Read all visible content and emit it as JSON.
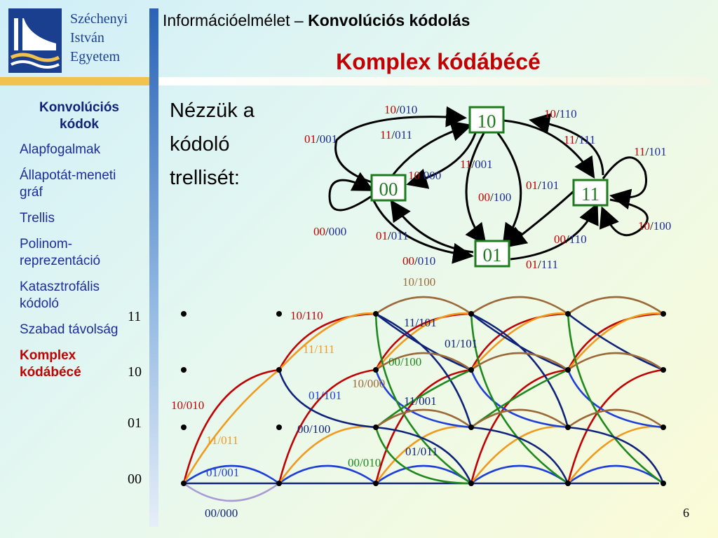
{
  "university": {
    "line1": "Széchenyi",
    "line2": "István",
    "line3": "Egyetem"
  },
  "header": {
    "subject": "Információelmélet –",
    "topic": "Konvolúciós kódolás"
  },
  "title": "Komplex kódábécé",
  "sidebar": {
    "heading": "Konvolúciós kódok",
    "items": [
      {
        "label": "Alapfogalmak"
      },
      {
        "label": "Állapotát-meneti gráf"
      },
      {
        "label": "Trellis"
      },
      {
        "label": "Polinom-reprezentáció"
      },
      {
        "label": "Katasztrofális kódoló"
      },
      {
        "label": "Szabad távolság"
      },
      {
        "label": "Komplex kódábécé"
      }
    ]
  },
  "body_text": {
    "line1": "Nézzük a",
    "line2": "kódoló",
    "line3": "trellisét:"
  },
  "state_diagram": {
    "states": [
      "10",
      "00",
      "11",
      "01"
    ],
    "labels": [
      {
        "in": "10",
        "out": "010"
      },
      {
        "in": "01",
        "out": "001"
      },
      {
        "in": "11",
        "out": "011"
      },
      {
        "in": "10",
        "out": "000"
      },
      {
        "in": "11",
        "out": "001"
      },
      {
        "in": "00",
        "out": "100"
      },
      {
        "in": "10",
        "out": "110"
      },
      {
        "in": "11",
        "out": "111"
      },
      {
        "in": "11",
        "out": "101"
      },
      {
        "in": "01",
        "out": "101"
      },
      {
        "in": "00",
        "out": "000"
      },
      {
        "in": "01",
        "out": "011"
      },
      {
        "in": "00",
        "out": "110"
      },
      {
        "in": "10",
        "out": "100"
      },
      {
        "in": "00",
        "out": "010"
      },
      {
        "in": "01",
        "out": "111"
      }
    ]
  },
  "trellis": {
    "row_labels": [
      "11",
      "10",
      "01",
      "00"
    ],
    "labels": [
      "10/100",
      "10/110",
      "11/101",
      "11/111",
      "01/101",
      "00/100",
      "10/000",
      "01/101",
      "10/010",
      "11/001",
      "11/011",
      "00/100",
      "01/011",
      "00/010",
      "01/001",
      "00/000"
    ]
  },
  "page_number": "6"
}
